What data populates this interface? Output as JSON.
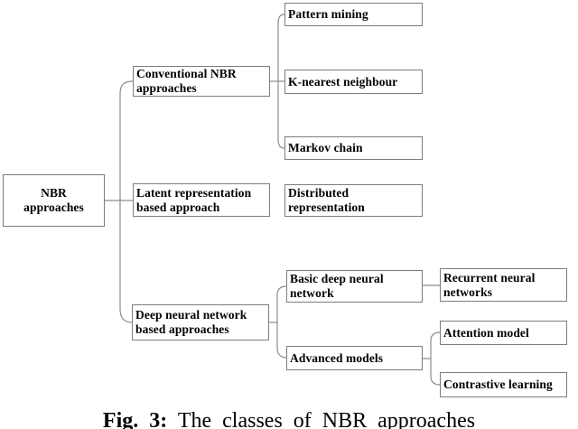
{
  "colors": {
    "background": "#ffffff",
    "box_border": "#7d7d7d",
    "connector": "#8c8c8c",
    "text": "#000000"
  },
  "figure": {
    "caption_label": "Fig. 3:",
    "caption_text": "The classes of NBR approaches"
  },
  "diagram": {
    "type": "tree",
    "title": "The classes of NBR approaches",
    "nodes": [
      {
        "id": "nbr-approaches",
        "level": 0,
        "lines": [
          "NBR",
          "approaches"
        ]
      },
      {
        "id": "conventional-nbr-approaches",
        "level": 1,
        "lines": [
          "Conventional NBR",
          "approaches"
        ]
      },
      {
        "id": "latent-representation-based-approach",
        "level": 1,
        "lines": [
          "Latent representation",
          "based approach"
        ]
      },
      {
        "id": "deep-neural-network-based-approaches",
        "level": 1,
        "lines": [
          "Deep neural network",
          "based approaches"
        ]
      },
      {
        "id": "pattern-mining",
        "level": 2,
        "lines": [
          "Pattern mining"
        ]
      },
      {
        "id": "k-nearest-neighbour",
        "level": 2,
        "lines": [
          "K-nearest neighbour"
        ]
      },
      {
        "id": "markov-chain",
        "level": 2,
        "lines": [
          "Markov chain"
        ]
      },
      {
        "id": "distributed-representation",
        "level": 2,
        "lines": [
          "Distributed",
          "representation"
        ]
      },
      {
        "id": "basic-deep-neural-network",
        "level": 2,
        "lines": [
          "Basic deep neural",
          "network"
        ]
      },
      {
        "id": "advanced-models",
        "level": 2,
        "lines": [
          "Advanced models"
        ]
      },
      {
        "id": "recurrent-neural-networks",
        "level": 3,
        "lines": [
          "Recurrent neural",
          "networks"
        ]
      },
      {
        "id": "attention-model",
        "level": 3,
        "lines": [
          "Attention model"
        ]
      },
      {
        "id": "contrastive-learning",
        "level": 3,
        "lines": [
          "Contrastive learning"
        ]
      }
    ],
    "edges": [
      [
        "nbr-approaches",
        "conventional-nbr-approaches"
      ],
      [
        "nbr-approaches",
        "latent-representation-based-approach"
      ],
      [
        "nbr-approaches",
        "deep-neural-network-based-approaches"
      ],
      [
        "conventional-nbr-approaches",
        "pattern-mining"
      ],
      [
        "conventional-nbr-approaches",
        "k-nearest-neighbour"
      ],
      [
        "conventional-nbr-approaches",
        "markov-chain"
      ],
      [
        "latent-representation-based-approach",
        "distributed-representation"
      ],
      [
        "deep-neural-network-based-approaches",
        "basic-deep-neural-network"
      ],
      [
        "deep-neural-network-based-approaches",
        "advanced-models"
      ],
      [
        "basic-deep-neural-network",
        "recurrent-neural-networks"
      ],
      [
        "advanced-models",
        "attention-model"
      ],
      [
        "advanced-models",
        "contrastive-learning"
      ]
    ]
  }
}
